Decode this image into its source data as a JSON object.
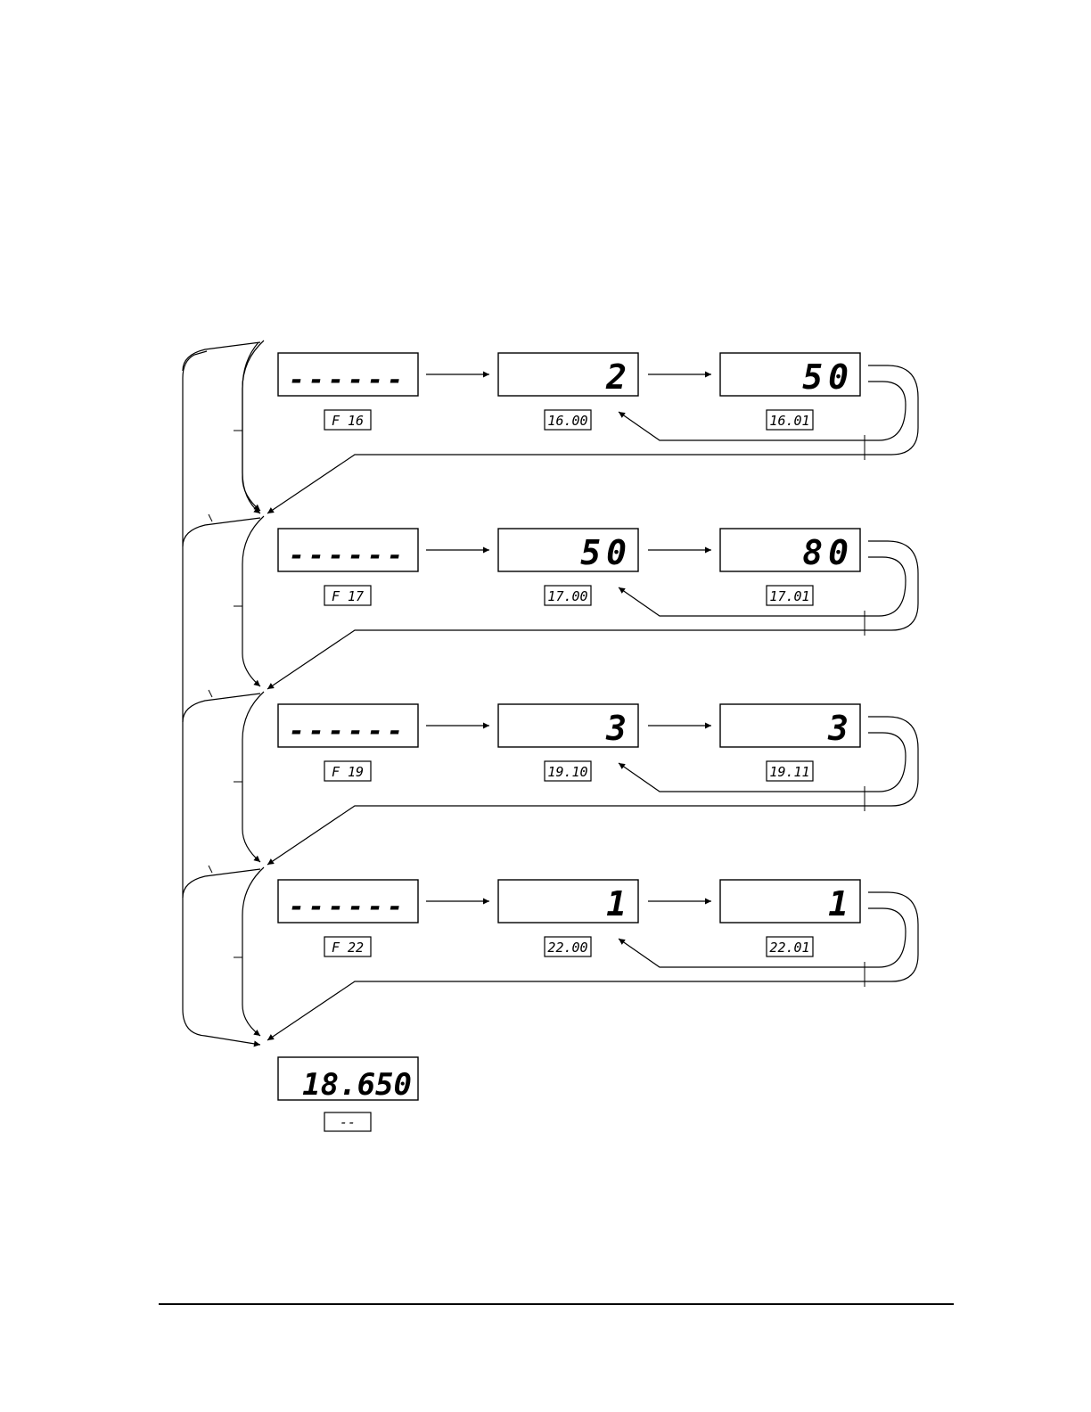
{
  "rows": [
    {
      "main": "------",
      "main_tag": "F  16",
      "val1": "2",
      "tag1": "16.00",
      "val2": "50",
      "tag2": "16.01"
    },
    {
      "main": "------",
      "main_tag": "F  17",
      "val1": "50",
      "tag1": "17.00",
      "val2": "80",
      "tag2": "17.01"
    },
    {
      "main": "------",
      "main_tag": "F  19",
      "val1": "3",
      "tag1": "19.10",
      "val2": "3",
      "tag2": "19.11"
    },
    {
      "main": "------",
      "main_tag": "F  22",
      "val1": "1",
      "tag1": "22.00",
      "val2": "1",
      "tag2": "22.01"
    }
  ],
  "final": {
    "value": "18.650",
    "tag": "--"
  }
}
